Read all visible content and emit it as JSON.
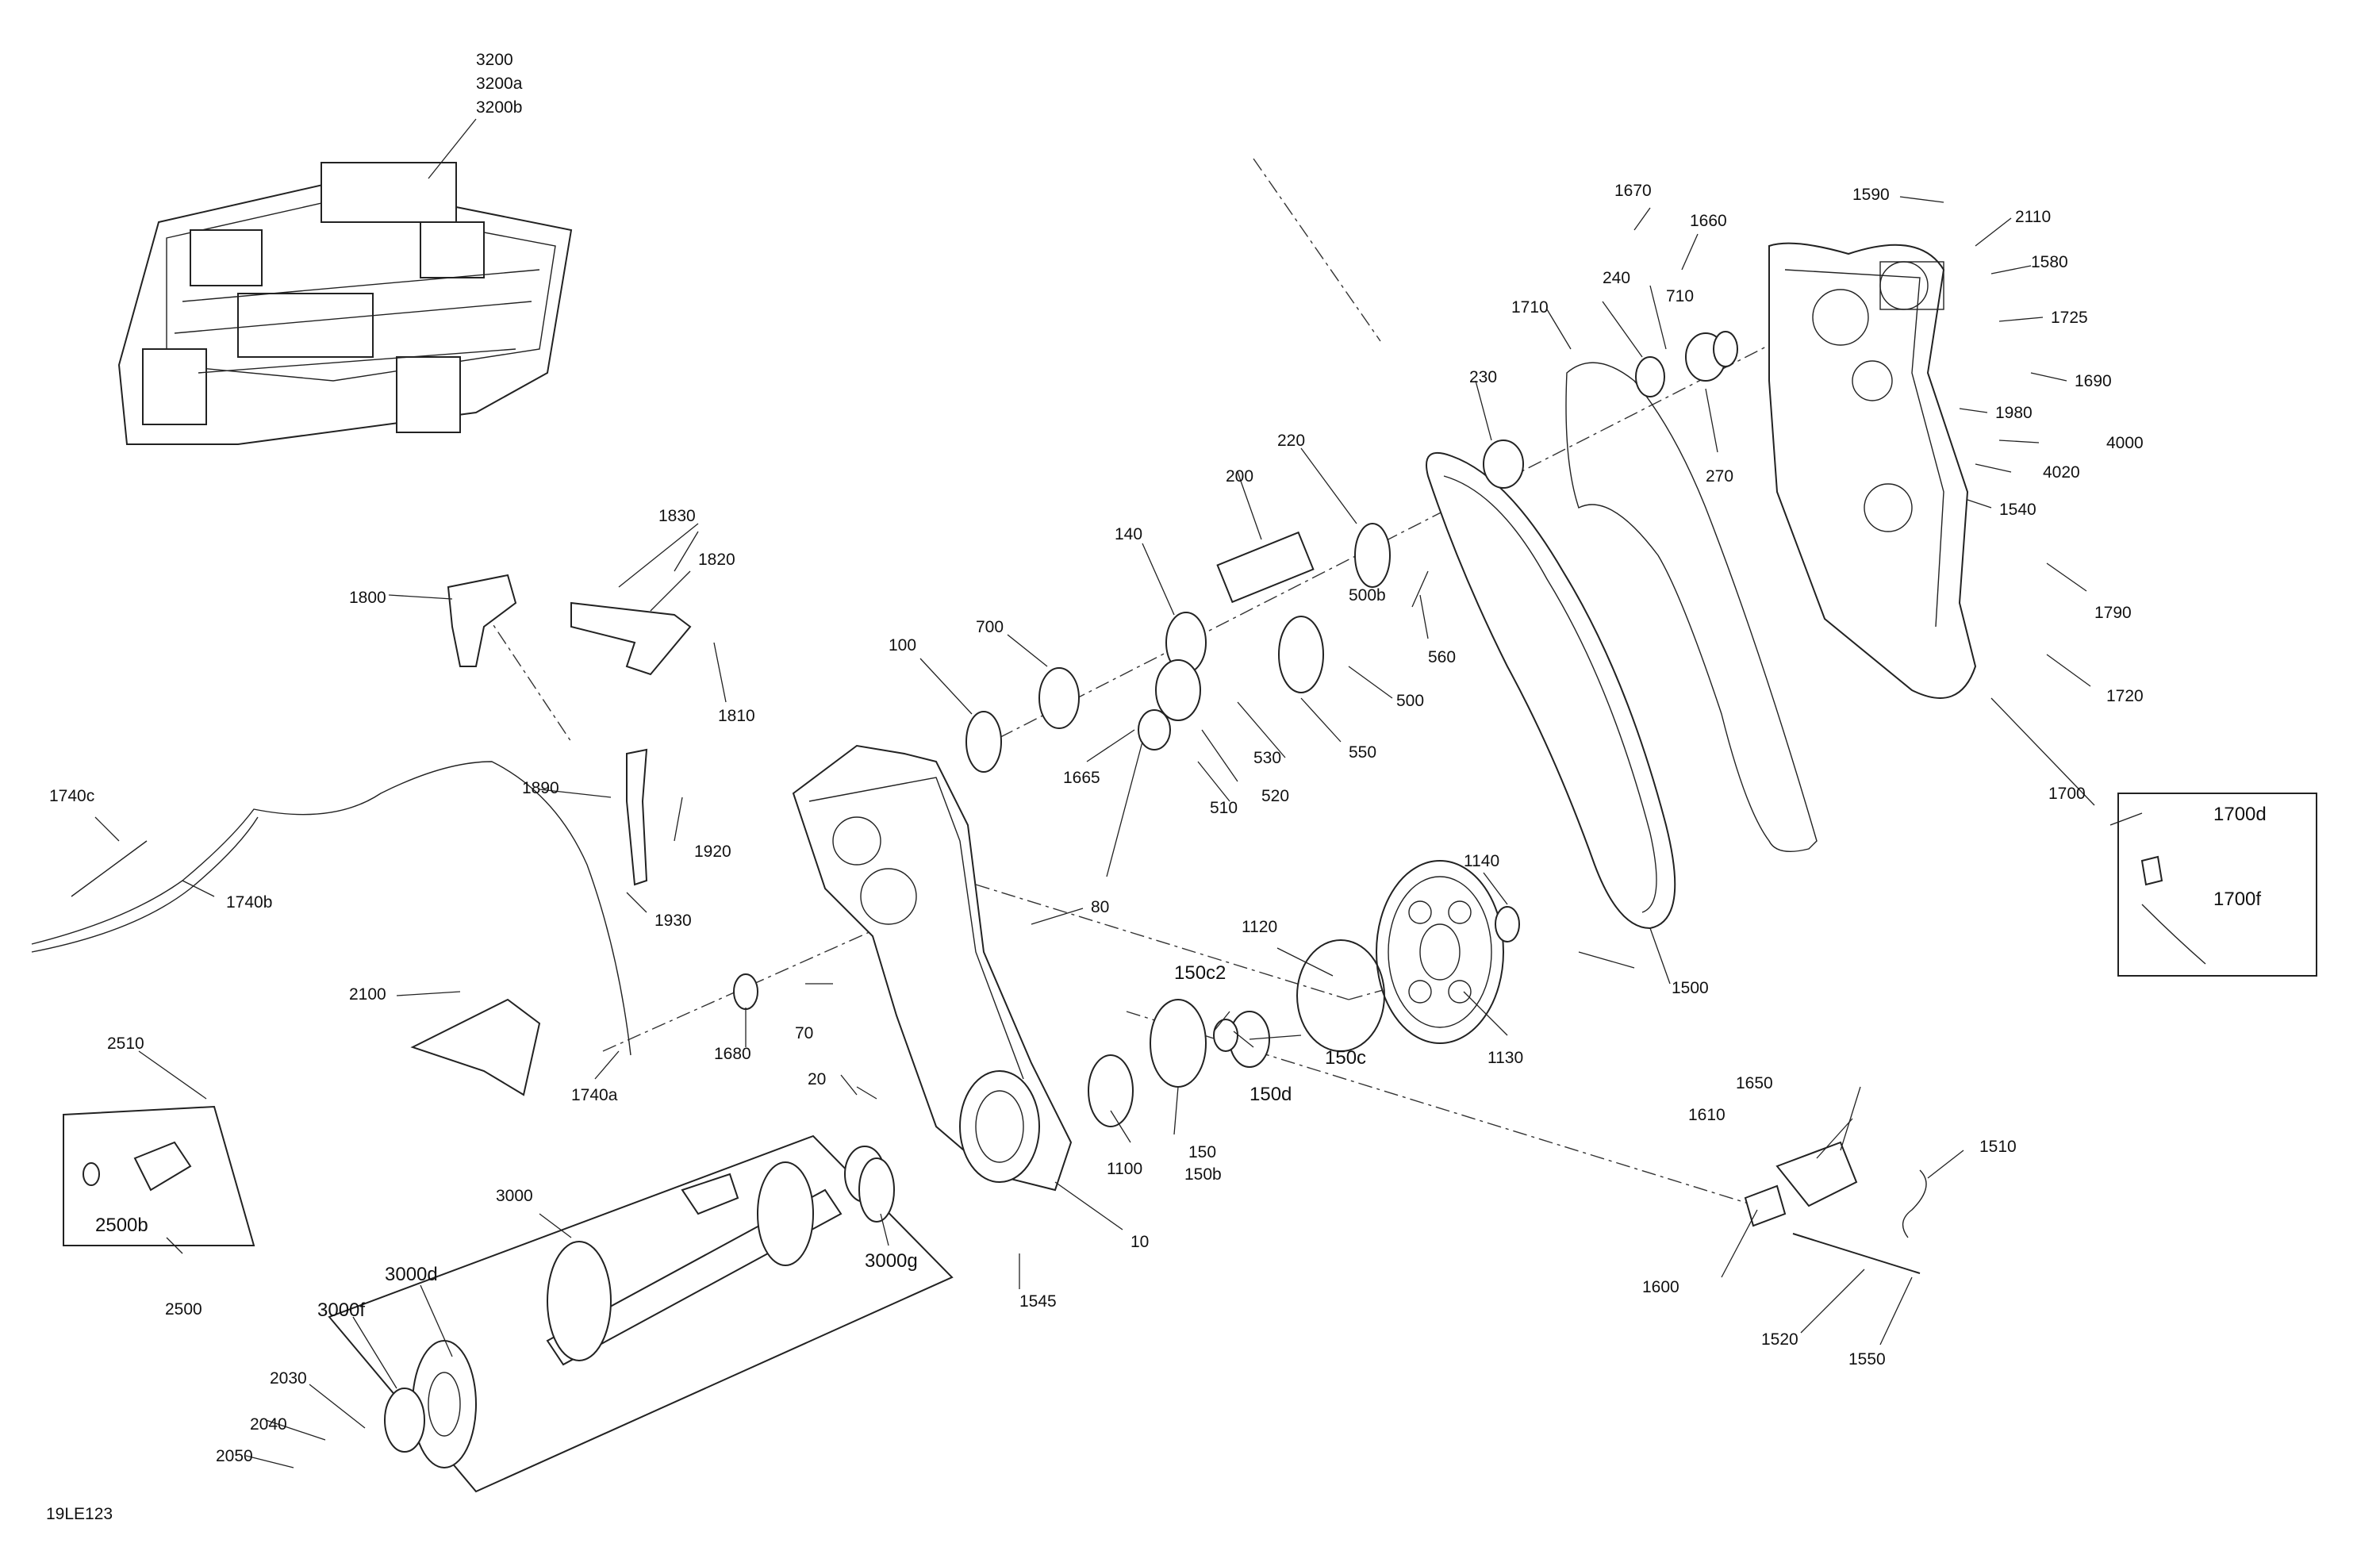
{
  "diagram_code": "19LE123",
  "callouts": [
    {
      "id": "3200",
      "text": "3200"
    },
    {
      "id": "3200a",
      "text": "3200a"
    },
    {
      "id": "3200b",
      "text": "3200b"
    },
    {
      "id": "1670",
      "text": "1670"
    },
    {
      "id": "1660",
      "text": "1660"
    },
    {
      "id": "1590",
      "text": "1590"
    },
    {
      "id": "2110",
      "text": "2110"
    },
    {
      "id": "1580",
      "text": "1580"
    },
    {
      "id": "240",
      "text": "240"
    },
    {
      "id": "710",
      "text": "710"
    },
    {
      "id": "1710",
      "text": "1710"
    },
    {
      "id": "1725",
      "text": "1725"
    },
    {
      "id": "1690",
      "text": "1690"
    },
    {
      "id": "230",
      "text": "230"
    },
    {
      "id": "1980",
      "text": "1980"
    },
    {
      "id": "4000",
      "text": "4000"
    },
    {
      "id": "270",
      "text": "270"
    },
    {
      "id": "4020",
      "text": "4020"
    },
    {
      "id": "220",
      "text": "220"
    },
    {
      "id": "1540",
      "text": "1540"
    },
    {
      "id": "200",
      "text": "200"
    },
    {
      "id": "1830",
      "text": "1830"
    },
    {
      "id": "1820",
      "text": "1820"
    },
    {
      "id": "140",
      "text": "140"
    },
    {
      "id": "500b",
      "text": "500b"
    },
    {
      "id": "1800",
      "text": "1800"
    },
    {
      "id": "1790",
      "text": "1790"
    },
    {
      "id": "700",
      "text": "700"
    },
    {
      "id": "560",
      "text": "560"
    },
    {
      "id": "100",
      "text": "100"
    },
    {
      "id": "1810",
      "text": "1810"
    },
    {
      "id": "500",
      "text": "500"
    },
    {
      "id": "1720",
      "text": "1720"
    },
    {
      "id": "530",
      "text": "530"
    },
    {
      "id": "550",
      "text": "550"
    },
    {
      "id": "1665",
      "text": "1665"
    },
    {
      "id": "520",
      "text": "520"
    },
    {
      "id": "510",
      "text": "510"
    },
    {
      "id": "1740c",
      "text": "1740c"
    },
    {
      "id": "1890",
      "text": "1890"
    },
    {
      "id": "1700",
      "text": "1700"
    },
    {
      "id": "1700d",
      "text": "1700d"
    },
    {
      "id": "1920",
      "text": "1920"
    },
    {
      "id": "1140",
      "text": "1140"
    },
    {
      "id": "1740b",
      "text": "1740b"
    },
    {
      "id": "1930",
      "text": "1930"
    },
    {
      "id": "80",
      "text": "80"
    },
    {
      "id": "1700f",
      "text": "1700f"
    },
    {
      "id": "1120",
      "text": "1120"
    },
    {
      "id": "2100",
      "text": "2100"
    },
    {
      "id": "150c2",
      "text": "150c2"
    },
    {
      "id": "1500",
      "text": "1500"
    },
    {
      "id": "1680",
      "text": "1680"
    },
    {
      "id": "70",
      "text": "70"
    },
    {
      "id": "150c",
      "text": "150c"
    },
    {
      "id": "1130",
      "text": "1130"
    },
    {
      "id": "2510",
      "text": "2510"
    },
    {
      "id": "1740a",
      "text": "1740a"
    },
    {
      "id": "20",
      "text": "20"
    },
    {
      "id": "150d",
      "text": "150d"
    },
    {
      "id": "1650",
      "text": "1650"
    },
    {
      "id": "1610",
      "text": "1610"
    },
    {
      "id": "1510",
      "text": "1510"
    },
    {
      "id": "150",
      "text": "150"
    },
    {
      "id": "150b",
      "text": "150b"
    },
    {
      "id": "1100",
      "text": "1100"
    },
    {
      "id": "2500b",
      "text": "2500b"
    },
    {
      "id": "3000",
      "text": "3000"
    },
    {
      "id": "10",
      "text": "10"
    },
    {
      "id": "3000g",
      "text": "3000g"
    },
    {
      "id": "1600",
      "text": "1600"
    },
    {
      "id": "1545",
      "text": "1545"
    },
    {
      "id": "3000d",
      "text": "3000d"
    },
    {
      "id": "2500",
      "text": "2500"
    },
    {
      "id": "3000f",
      "text": "3000f"
    },
    {
      "id": "1520",
      "text": "1520"
    },
    {
      "id": "1550",
      "text": "1550"
    },
    {
      "id": "2030",
      "text": "2030"
    },
    {
      "id": "2040",
      "text": "2040"
    },
    {
      "id": "2050",
      "text": "2050"
    }
  ]
}
